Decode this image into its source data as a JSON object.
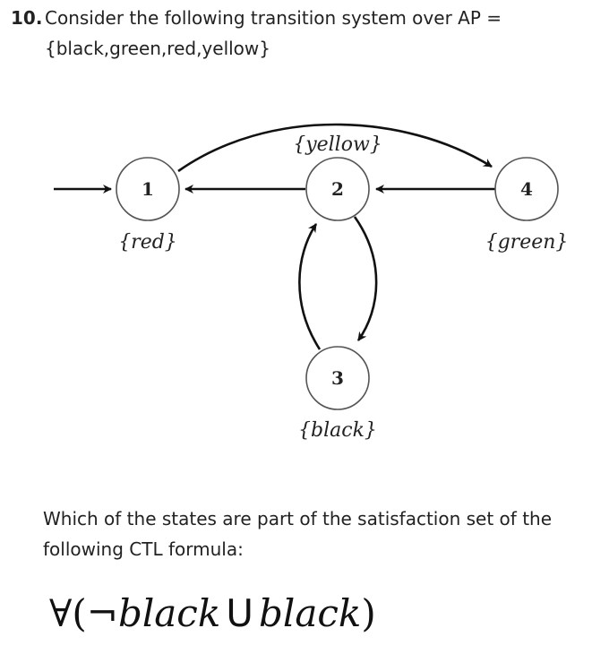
{
  "question": {
    "number": "10.",
    "line1": "Consider the following transition system over AP =",
    "line2": "{black,green,red,yellow}"
  },
  "diagram": {
    "nodes": [
      {
        "id": "1",
        "label": "1",
        "prop": "{red}"
      },
      {
        "id": "2",
        "label": "2",
        "prop": "{yellow}"
      },
      {
        "id": "3",
        "label": "3",
        "prop": "{black}"
      },
      {
        "id": "4",
        "label": "4",
        "prop": "{green}"
      }
    ]
  },
  "prompt": {
    "line1": "Which of the states are part of the satisfaction set of the",
    "line2": "following CTL formula:"
  },
  "formula": {
    "forall": "∀(",
    "neg": "¬",
    "left_prop": "black",
    "until": "U",
    "right_prop": "black",
    "close": ")"
  }
}
